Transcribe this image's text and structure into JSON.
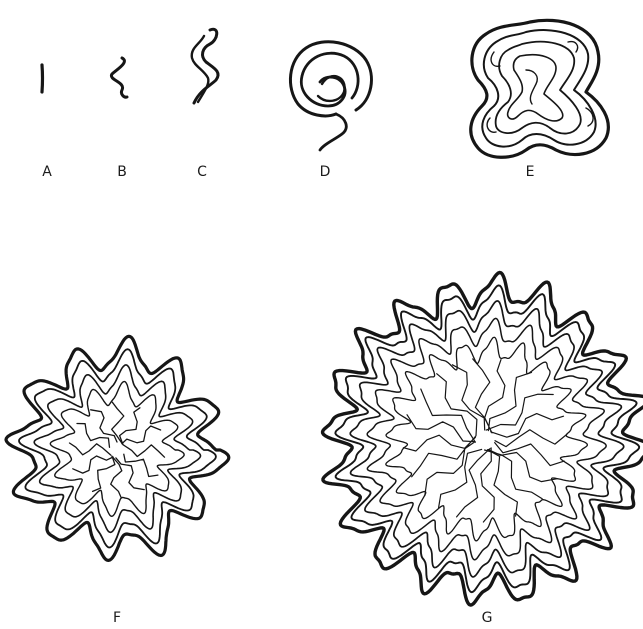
{
  "labels": {
    "A": "A",
    "B": "B",
    "C": "C",
    "D": "D",
    "E": "E",
    "F": "F",
    "G": "G"
  },
  "colors": {
    "ink": "#161616",
    "background": "#ffffff"
  }
}
